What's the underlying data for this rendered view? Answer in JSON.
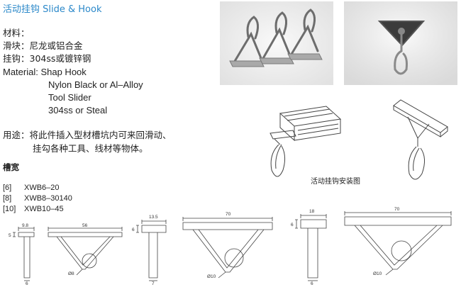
{
  "header": {
    "title": "活动挂钩  Slide & Hook"
  },
  "material_cn": {
    "line1": "材料：",
    "line2": "滑块：尼龙或铝合金",
    "line3": "挂钩：304ss或镀锌钢"
  },
  "material_en": {
    "line1": "Material: Shap Hook",
    "line2": "Nylon Black or Al–Alloy",
    "line3": "Tool Slider",
    "line4": "304ss or Steal"
  },
  "usage": {
    "line1": "用途：将此件插入型材槽坑内可来回滑动、",
    "line2": "挂勾各种工具、线材等物体。"
  },
  "slot_width": {
    "heading": "槽宽",
    "rows": [
      {
        "size": "[6]",
        "code": "XWB6–20"
      },
      {
        "size": "[8]",
        "code": "XWB8–30140"
      },
      {
        "size": "[10]",
        "code": "XWB10–45"
      }
    ]
  },
  "install_caption": "活动挂钩安装图",
  "drawings": {
    "d1": {
      "top_w": "9.8",
      "side_h": "5",
      "base_w": "6"
    },
    "d2": {
      "len": "56",
      "circle": "Ø8"
    },
    "d3": {
      "top_w": "13.5",
      "side_h": "6",
      "base_w": "7"
    },
    "d4": {
      "len": "70",
      "circle": "Ø10"
    },
    "d5": {
      "top_w": "18",
      "side_h": "6",
      "base_w": "6"
    },
    "d6": {
      "len": "70",
      "circle": "Ø10"
    }
  }
}
